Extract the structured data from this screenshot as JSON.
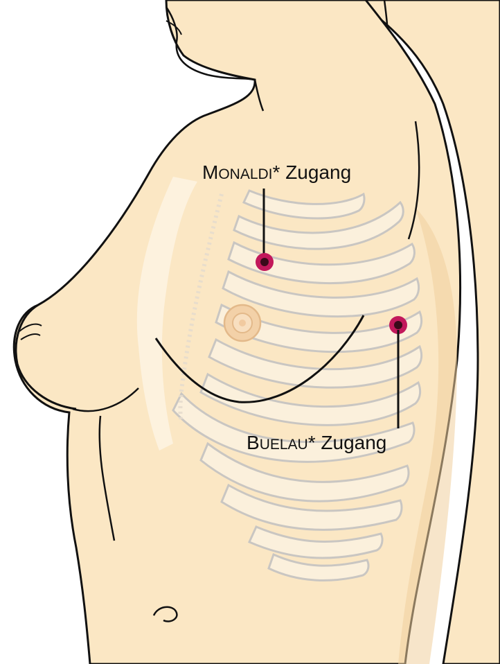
{
  "labels": {
    "monaldi": {
      "first": "M",
      "rest": "ONALDI",
      "suffix": "* Zugang"
    },
    "buelau": {
      "first": "B",
      "rest": "UELAU",
      "suffix": "* Zugang"
    }
  },
  "colors": {
    "background": "#ffffff",
    "skin": "#fbe7c4",
    "skin_shadow": "#f1cf9f",
    "rib_fill": "#fbf0dc",
    "rib_stroke": "#c9c6c2",
    "outline": "#111111",
    "nipple": "#f3d1a8",
    "marker": "#c2185b"
  },
  "icons": {
    "marker": "access-point-marker-icon"
  }
}
